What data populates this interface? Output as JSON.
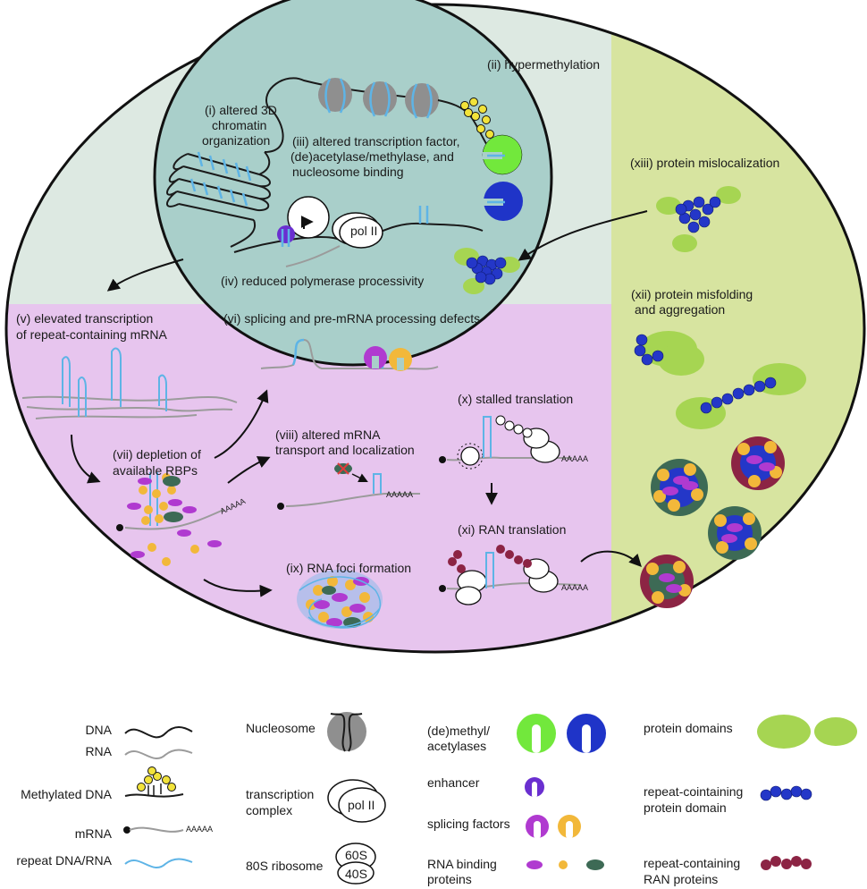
{
  "colors": {
    "background": "#ffffff",
    "nucleus_zone": "#dde9e2",
    "nucleus": "#a9cfca",
    "rna_zone": "#e7c5ee",
    "protein_zone": "#d7e4a0",
    "dna": "#1a1a1a",
    "rna": "#9b9b9b",
    "repeat": "#5eb4e6",
    "methyl": "#f2e33a",
    "green_enzyme": "#72e83c",
    "blue_enzyme": "#1f34c8",
    "enhancer": "#6a2fd0",
    "purple_factor": "#b03ad0",
    "orange_factor": "#f2b83a",
    "rbp_green": "#3d6a55",
    "protein_domain": "#a6d552",
    "repeat_protein": "#2437c8",
    "ran_protein": "#8c2444",
    "nucleosome": "#8f8f8f"
  },
  "labels": {
    "i": [
      "(i) altered 3D",
      "chromatin",
      "organization"
    ],
    "ii": "(ii) hypermethylation",
    "iii": [
      "(iii) altered transcription factor,",
      "(de)acetylase/methylase, and",
      "nucleosome binding"
    ],
    "iv": "(iv) reduced polymerase processivity",
    "v": [
      "(v) elevated transcription",
      "of repeat-containing mRNA"
    ],
    "vi": "(vi) splicing and pre-mRNA processing defects",
    "vii": [
      "(vii) depletion of",
      "available RBPs"
    ],
    "viii": [
      "(viii) altered mRNA",
      "transport and localization"
    ],
    "ix": "(ix) RNA foci formation",
    "x": "(x) stalled translation",
    "xi": "(xi) RAN translation",
    "xii": [
      "(xii) protein misfolding",
      "and aggregation"
    ],
    "xiii": "(xiii) protein mislocalization",
    "pol": "pol II",
    "polya": "AAAAA"
  },
  "legend": {
    "dna": "DNA",
    "rna": "RNA",
    "methylated_dna": "Methylated DNA",
    "mrna": "mRNA",
    "repeat": "repeat DNA/RNA",
    "nucleosome": "Nucleosome",
    "transcription": [
      "transcription",
      "complex"
    ],
    "ribosome": "80S ribosome",
    "ribo_60": "60S",
    "ribo_40": "40S",
    "enzymes": [
      "(de)methyl/",
      "acetylases"
    ],
    "enhancer": "enhancer",
    "splicing": "splicing factors",
    "rbp": [
      "RNA binding",
      "proteins"
    ],
    "domains": "protein domains",
    "repeat_domain": [
      "repeat-cointaining",
      "protein domain"
    ],
    "ran": [
      "repeat-containing",
      "RAN proteins"
    ]
  }
}
